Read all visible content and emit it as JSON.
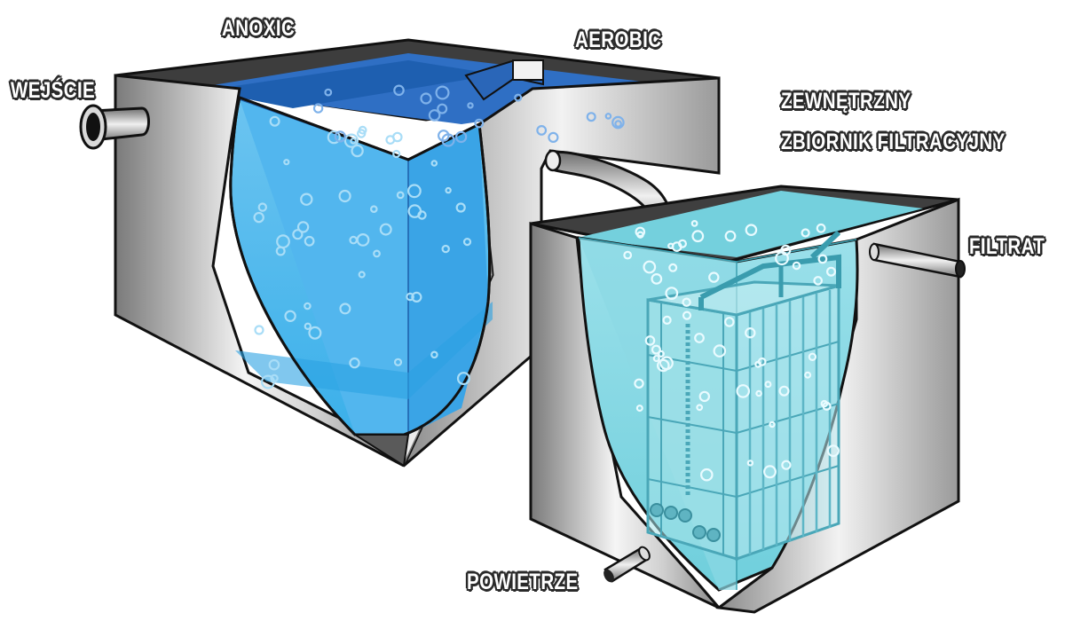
{
  "labels": {
    "anoxic": "ANOXIC",
    "aerobic": "AEROBIC",
    "inlet": "WEJŚCIE",
    "external_tank_line1": "ZEWNĘTRZNY",
    "external_tank_line2": "ZBIORNIK FILTRACYJNY",
    "filtrate": "FILTRAT",
    "air": "POWIETRZE"
  },
  "colors": {
    "steel_dark": "#6b6b6b",
    "steel_mid": "#bdbdbd",
    "steel_light": "#f4f4f4",
    "water_blue": "#4fb6ec",
    "water_deep": "#2f7fd0",
    "water_cyan": "#7fd3e2",
    "outline": "#1a1a1a"
  },
  "icons": [
    "inlet-pipe-icon",
    "overflow-pipe-icon",
    "filtrate-pipe-icon",
    "air-pipe-icon",
    "membrane-module-icon",
    "bubble-icon"
  ]
}
